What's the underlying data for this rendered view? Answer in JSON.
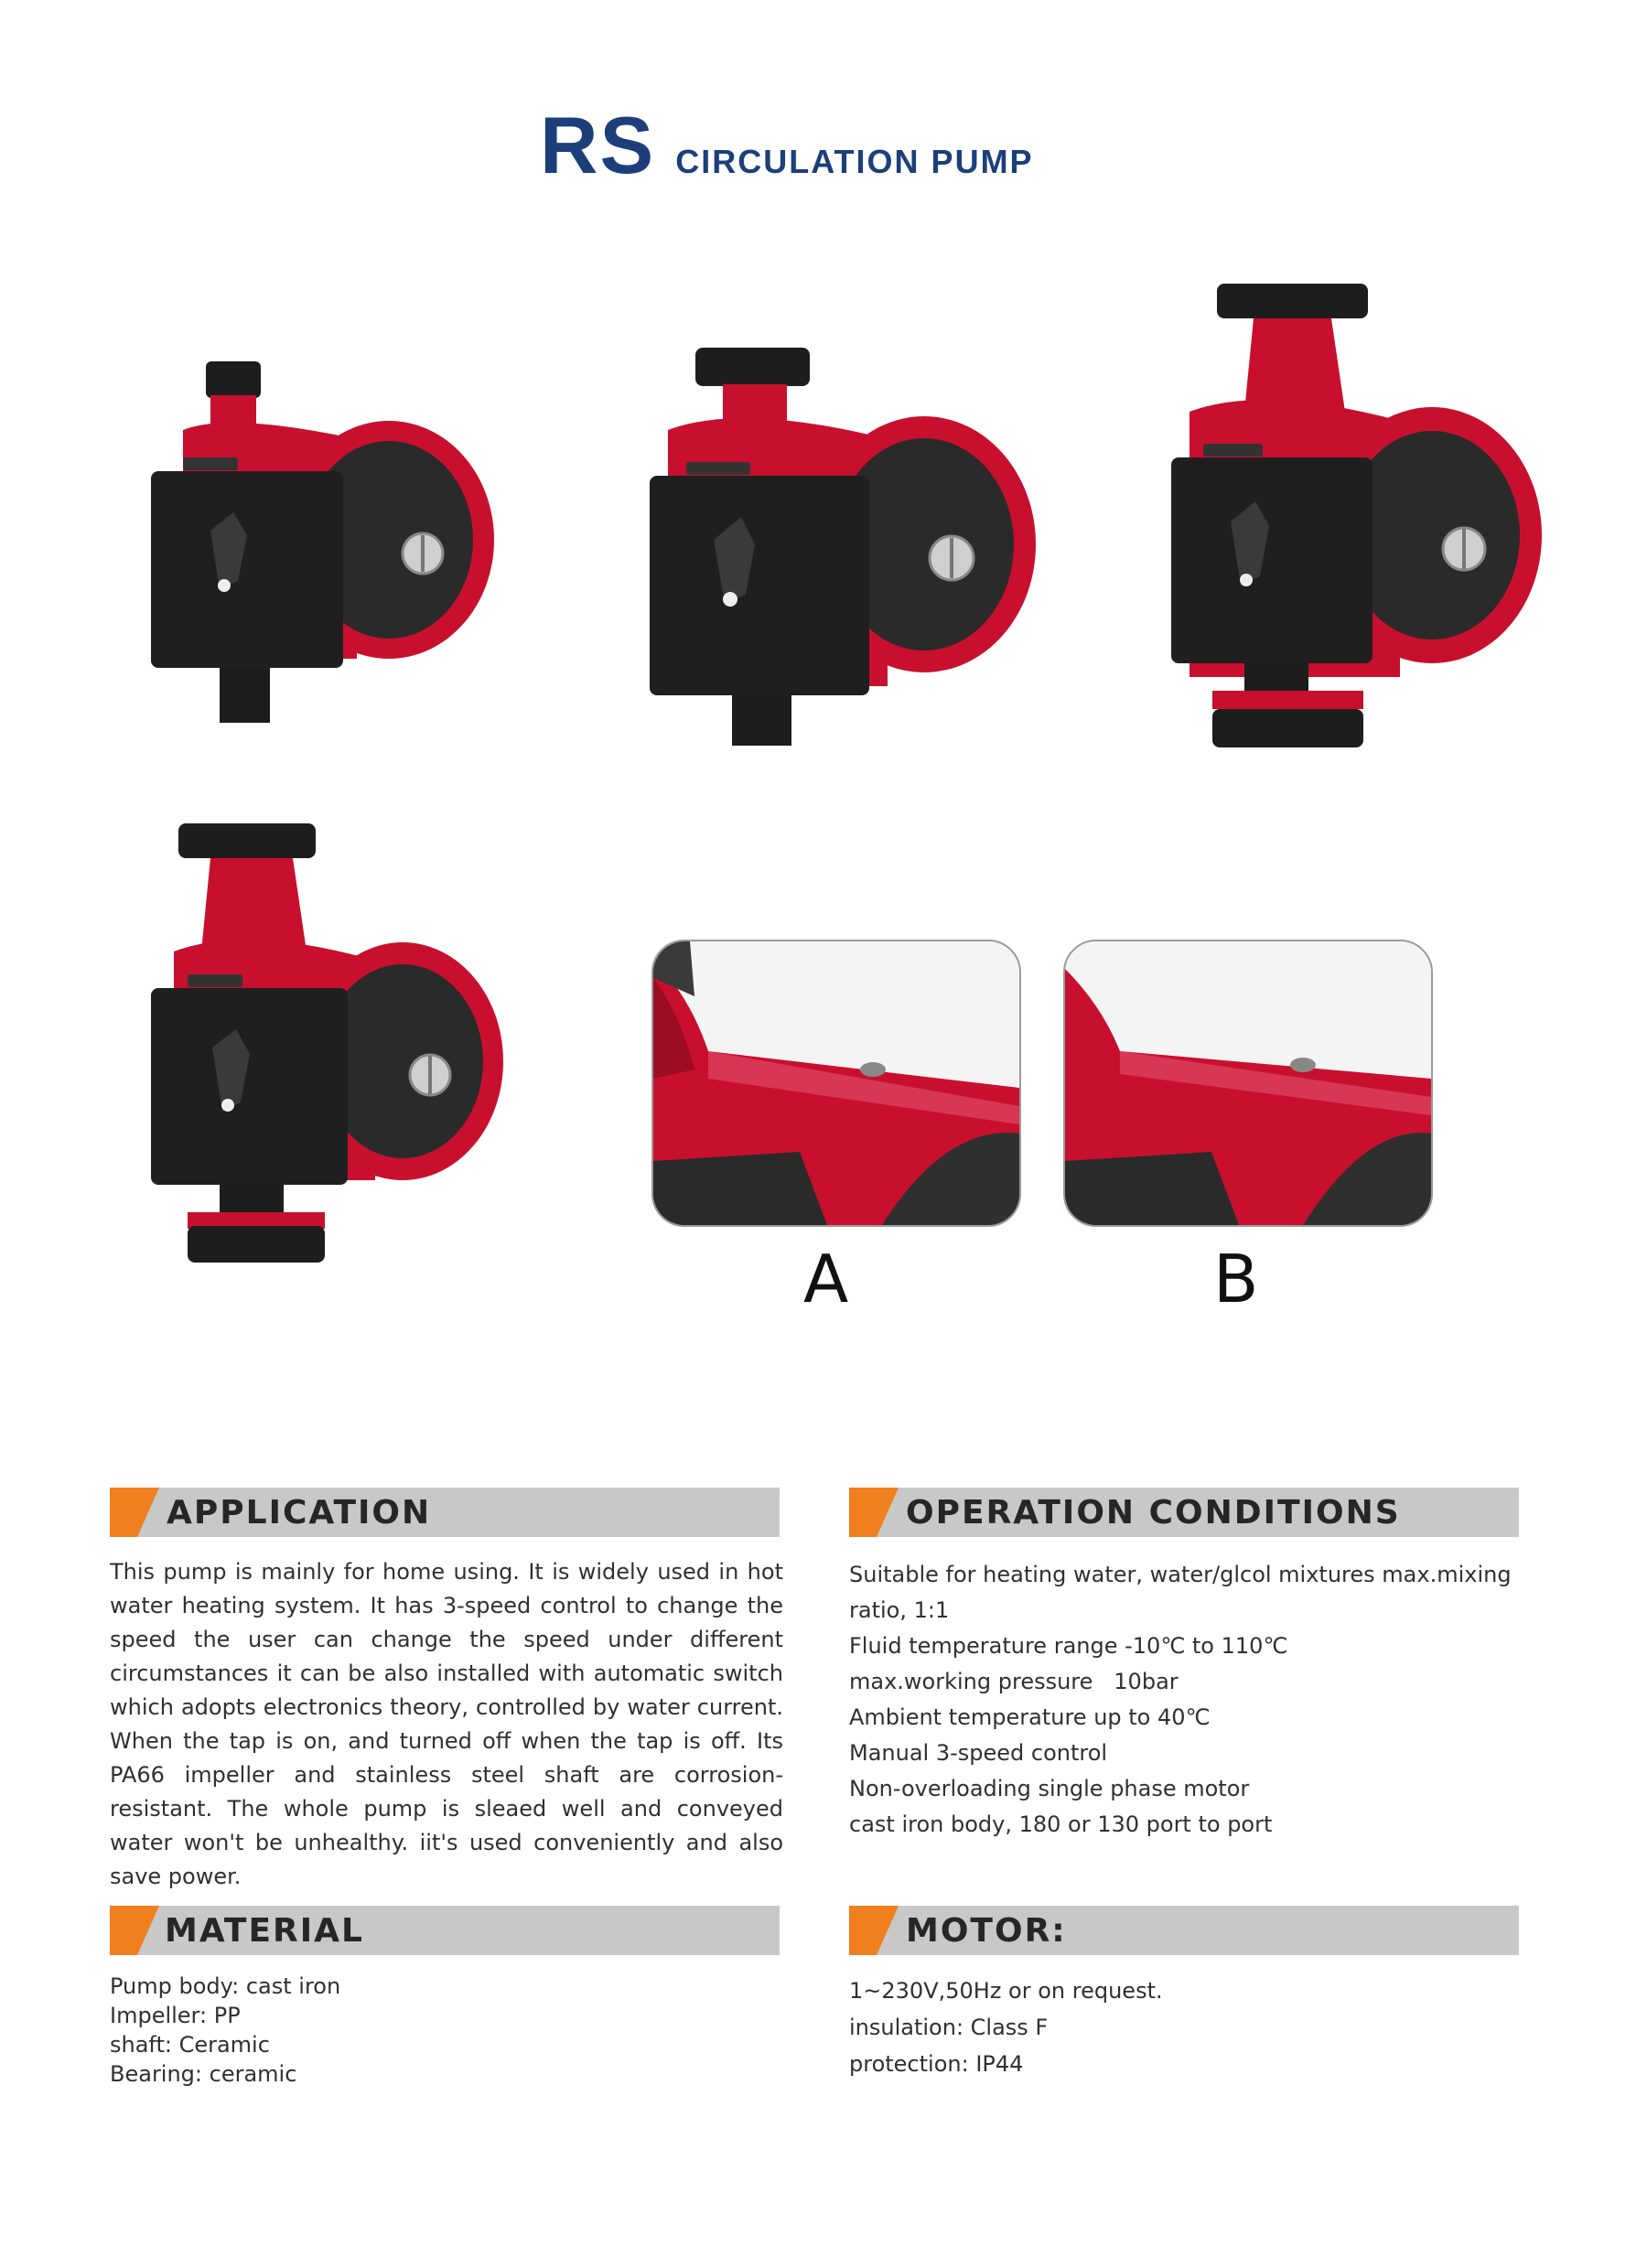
{
  "title": {
    "main": "RS",
    "sub": "CIRCULATION PUMP"
  },
  "colors": {
    "accent_orange": "#f07f1e",
    "header_gray": "#c8c8c8",
    "title_blue": "#1c3f7a",
    "pump_red": "#c8102e"
  },
  "details": {
    "a_label": "A",
    "b_label": "B"
  },
  "application": {
    "heading": "APPLICATION",
    "text": "This pump  is mainly for home using. It is widely used in hot water heating system. It has 3-speed control to change the speed the user can change the speed under different circumstances it can be also installed with automatic switch which adopts electronics theory, controlled by water current. When the tap is on, and turned off when the tap is off. Its PA66 impeller and stainless steel shaft are corrosion-resistant. The whole pump is sleaed well and conveyed water won't be unhealthy. iit's used conveniently and also save power."
  },
  "operation": {
    "heading": "OPERATION CONDITIONS",
    "lines": [
      "Suitable for heating water, water/glcol mixtures max.mixing ratio, 1:1",
      "Fluid temperature range -10℃ to 110℃",
      "max.working pressure   10bar",
      "Ambient temperature up to 40℃",
      "Manual 3-speed control",
      "Non-overloading single phase motor",
      "cast iron body, 180 or 130 port to port"
    ]
  },
  "material": {
    "heading": "MATERIAL",
    "lines": [
      "Pump body: cast iron",
      "Impeller: PP",
      "shaft: Ceramic",
      "Bearing: ceramic"
    ]
  },
  "motor": {
    "heading": "MOTOR:",
    "lines": [
      "1~230V,50Hz or on request.",
      "insulation: Class F",
      "protection: IP44"
    ]
  }
}
